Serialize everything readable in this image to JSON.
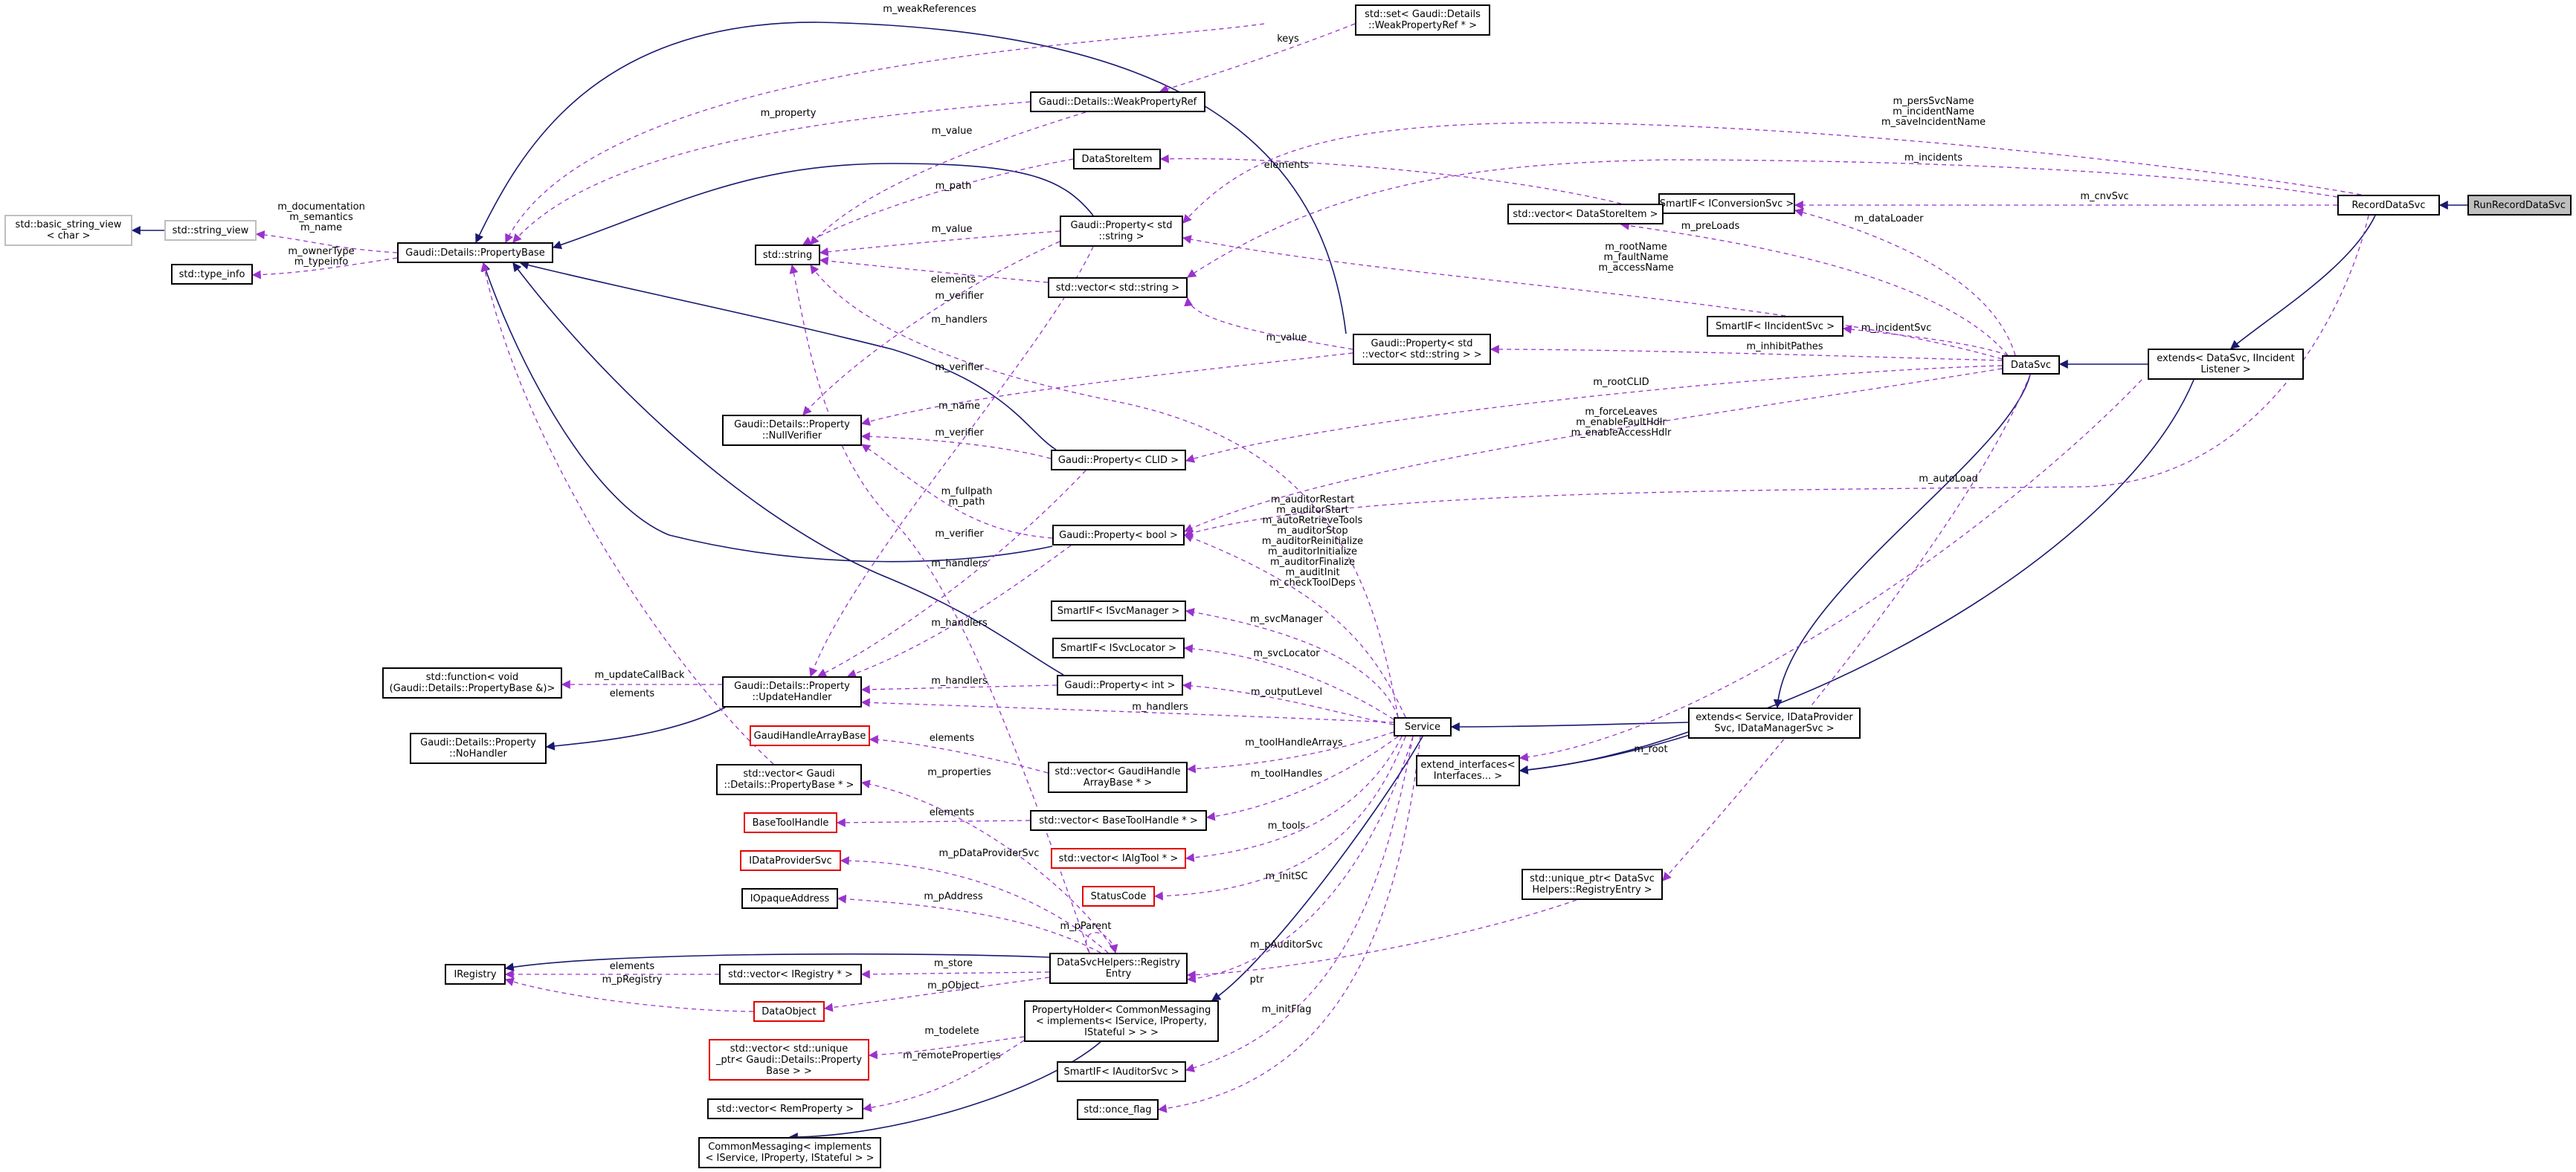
{
  "colors": {
    "inheritance": "#191970",
    "usage": "#9a32cd",
    "external_border": "#bfbfbf",
    "missing_border": "#e60000",
    "focus_fill": "#bfbfbf"
  },
  "nodes": {
    "RunRecordDataSvc": "RunRecordDataSvc",
    "RecordDataSvc": "RecordDataSvc",
    "extends_DataSvc_IIncidentListener": "extends< DataSvc, IIncident\nListener >",
    "DataSvc": "DataSvc",
    "extends_Service": "extends< Service, IDataProvider\nSvc, IDataManagerSvc >",
    "Service": "Service",
    "extend_interfaces": "extend_interfaces<\nInterfaces... >",
    "PropertyHolder": "PropertyHolder< CommonMessaging\n< implements< IService, IProperty,\nIStateful > > >",
    "CommonMessaging": "CommonMessaging< implements\n< IService, IProperty, IStateful > >",
    "SmartIF_IConversionSvc": "SmartIF< IConversionSvc >",
    "SmartIF_IIncidentSvc": "SmartIF< IIncidentSvc >",
    "std_vector_DataStoreItem": "std::vector< DataStoreItem >",
    "std_set_WeakPropertyRef": "std::set< Gaudi::Details\n::WeakPropertyRef * >",
    "WeakPropertyRef": "Gaudi::Details::WeakPropertyRef",
    "DataStoreItem": "DataStoreItem",
    "Property_string": "Gaudi::Property< std\n::string >",
    "std_vector_string": "std::vector< std::string >",
    "Property_vector_string": "Gaudi::Property< std\n::vector< std::string > >",
    "Property_CLID": "Gaudi::Property< CLID >",
    "Property_bool": "Gaudi::Property< bool >",
    "Property_int": "Gaudi::Property< int >",
    "SmartIF_ISvcManager": "SmartIF< ISvcManager >",
    "SmartIF_ISvcLocator": "SmartIF< ISvcLocator >",
    "SmartIF_IAuditorSvc": "SmartIF< IAuditorSvc >",
    "std_once_flag": "std::once_flag",
    "PropertyBase": "Gaudi::Details::PropertyBase",
    "std_string_view": "std::string_view",
    "std_basic_string_view": "std::basic_string_view\n< char >",
    "std_type_info": "std::type_info",
    "std_string": "std::string",
    "NullVerifier": "Gaudi::Details::Property\n::NullVerifier",
    "UpdateHandler": "Gaudi::Details::Property\n::UpdateHandler",
    "std_function": "std::function< void\n(Gaudi::Details::PropertyBase &)>",
    "NoHandler": "Gaudi::Details::Property\n::NoHandler",
    "GaudiHandleArrayBase": "GaudiHandleArrayBase",
    "std_vector_GaudiHandleArrayBase": "std::vector< GaudiHandle\nArrayBase * >",
    "std_vector_PropertyBase": "std::vector< Gaudi\n::Details::PropertyBase * >",
    "BaseToolHandle": "BaseToolHandle",
    "std_vector_BaseToolHandle": "std::vector< BaseToolHandle * >",
    "IDataProviderSvc": "IDataProviderSvc",
    "std_vector_IAlgTool": "std::vector< IAlgTool * >",
    "StatusCode": "StatusCode",
    "IOpaqueAddress": "IOpaqueAddress",
    "std_unique_ptr_RegistryEntry": "std::unique_ptr< DataSvc\nHelpers::RegistryEntry >",
    "RegistryEntry": "DataSvcHelpers::Registry\nEntry",
    "IRegistry": "IRegistry",
    "std_vector_IRegistry": "std::vector< IRegistry * >",
    "DataObject": "DataObject",
    "std_vector_unique_ptr_PropertyBase": "std::vector< std::unique\n_ptr< Gaudi::Details::Property\nBase > >",
    "std_vector_RemProperty": "std::vector< RemProperty >"
  },
  "edge_labels": {
    "weakReferences": "m_weakReferences",
    "keys": "keys",
    "property": "m_property",
    "value1": "m_value",
    "path": "m_path",
    "value2": "m_value",
    "verifier1": "m_verifier",
    "handlers1": "m_handlers",
    "elements1": "elements",
    "value3": "m_value",
    "verifier2": "m_verifier",
    "name": "m_name",
    "verifier3": "m_verifier",
    "fullpath": "m_fullpath\nm_path",
    "verifier4": "m_verifier",
    "handlers2": "m_handlers",
    "handlers3": "m_handlers",
    "handlers4": "m_handlers",
    "handlers5": "m_handlers",
    "updateCallBack": "m_updateCallBack",
    "elements2": "elements",
    "documentation": "m_documentation\nm_semantics\nm_name",
    "ownerType": "m_ownerType\nm_typeinfo",
    "persSvcName": "m_persSvcName\nm_incidentName\nm_saveIncidentName",
    "incidents": "m_incidents",
    "elements_dsi": "elements",
    "cnvSvc": "m_cnvSvc",
    "dataLoader": "m_dataLoader",
    "preLoads": "m_preLoads",
    "rootName": "m_rootName\nm_faultName\nm_accessName",
    "incidentSvc": "m_incidentSvc",
    "inhibitPathes": "m_inhibitPathes",
    "rootCLID": "m_rootCLID",
    "forceLeaves": "m_forceLeaves\nm_enableFaultHdlr\nm_enableAccessHdlr",
    "autoLoad": "m_autoLoad",
    "auditorFlags": "m_auditorRestart\nm_auditorStart\nm_autoRetrieveTools\nm_auditorStop\nm_auditorReinitialize\nm_auditorInitialize\nm_auditorFinalize\nm_auditInit\nm_checkToolDeps",
    "svcManager": "m_svcManager",
    "svcLocator": "m_svcLocator",
    "outputLevel": "m_outputLevel",
    "toolHandleArrays": "m_toolHandleArrays",
    "elements3": "elements",
    "properties": "m_properties",
    "toolHandles": "m_toolHandles",
    "elements4": "elements",
    "tools": "m_tools",
    "pDataProviderSvc": "m_pDataProviderSvc",
    "initSC": "m_initSC",
    "pAddress": "m_pAddress",
    "pParent": "m_pParent",
    "root": "m_root",
    "store": "m_store",
    "elements5": "elements",
    "pRegistry": "m_pRegistry",
    "pObject": "m_pObject",
    "pAuditorSvc": "m_pAuditorSvc",
    "ptr": "ptr",
    "todelete": "m_todelete",
    "remoteProperties": "m_remoteProperties",
    "initFlag": "m_initFlag"
  }
}
